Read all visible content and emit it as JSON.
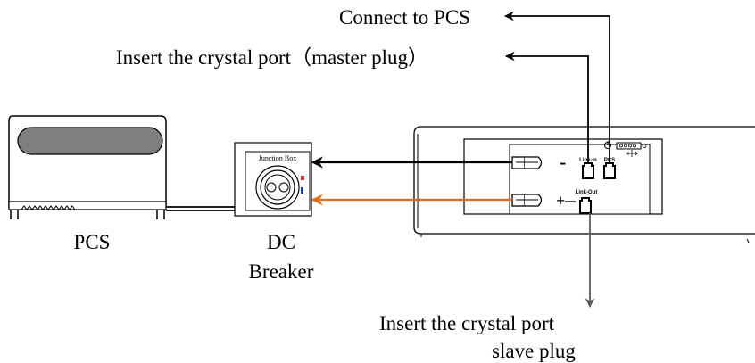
{
  "labels": {
    "connect_pcs": "Connect to PCS",
    "insert_master": "Insert the crystal port（master plug）",
    "pcs": "PCS",
    "dc_line1": "DC",
    "dc_line2": "Breaker",
    "insert_slave_line1": "Insert the crystal port",
    "insert_slave_line2": "slave plug"
  },
  "junction_box": {
    "label": "Junction Box"
  },
  "battery_panel": {
    "link_in": "Link-In",
    "pcs_port": "PCS",
    "link_out": "Link-Out",
    "minus": "-",
    "plus": "+"
  },
  "colors": {
    "line": "#000000",
    "positive_cable": "#e36c1b",
    "slave_arrow": "#595959",
    "pcs_window": "#7f7f7f"
  }
}
